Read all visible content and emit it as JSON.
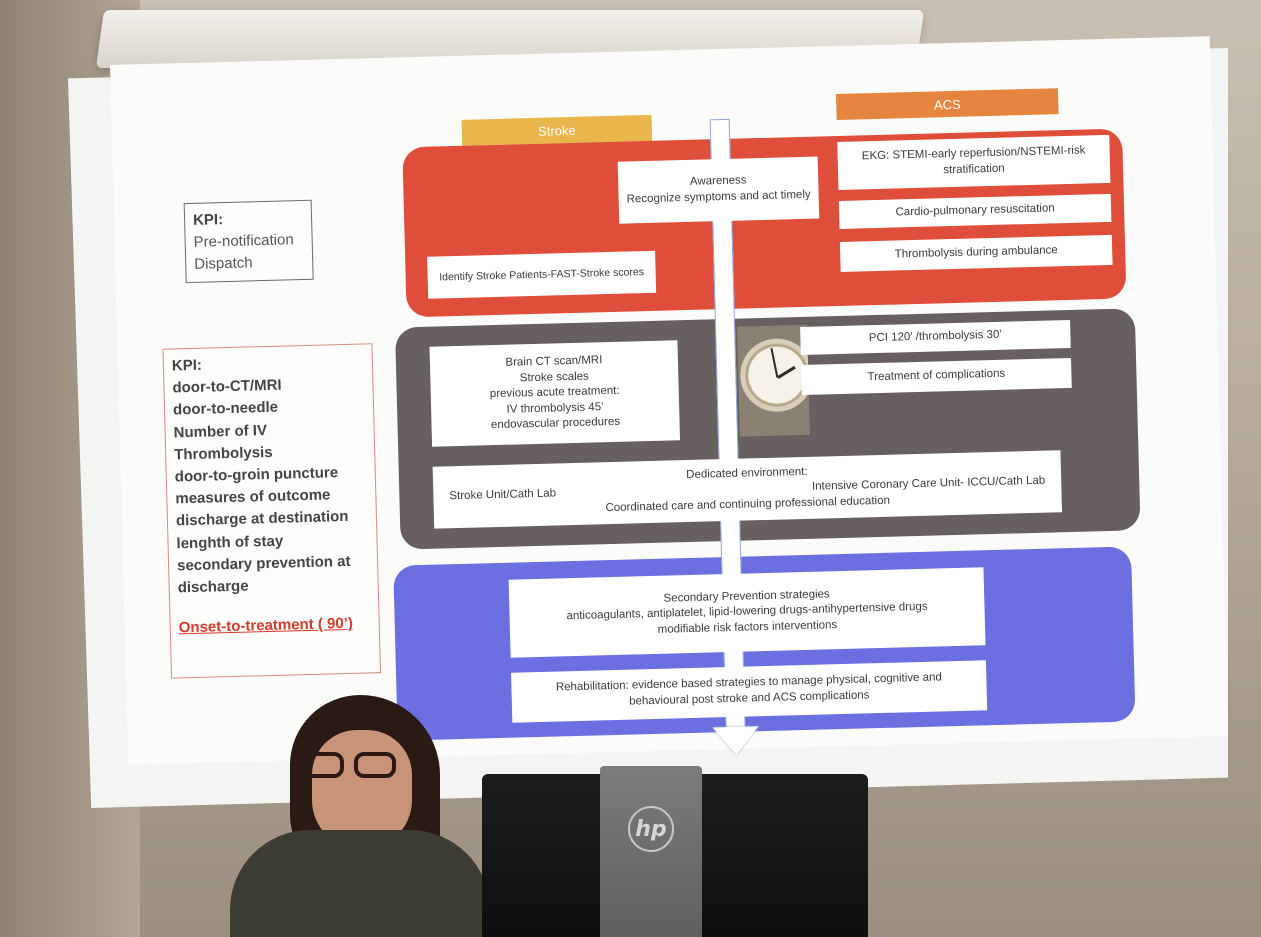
{
  "slide": {
    "header_stroke": "Stroke",
    "header_acs": "ACS",
    "kpi_box1": {
      "heading": "KPI:",
      "lines": [
        "Pre-notification",
        "Dispatch"
      ]
    },
    "kpi_box2": {
      "heading": "KPI:",
      "lines": [
        "door-to-CT/MRI",
        "door-to-needle",
        "Number of IV Thrombolysis",
        "door-to-groin puncture",
        "measures of outcome",
        "discharge at destination",
        "lenghth of stay",
        "secondary prevention at",
        "discharge"
      ],
      "onset": "Onset-to-treatment ( 90’)"
    },
    "red_band": {
      "awareness": [
        "Awareness",
        "Recognize symptoms and act timely"
      ],
      "identify": "Identify Stroke Patients-FAST-Stroke scores",
      "ekg": [
        "EKG: STEMI-early reperfusion/NSTEMI-risk",
        "stratification"
      ],
      "cpr": "Cardio-pulmonary resuscitation",
      "thrombolysis_amb": "Thrombolysis during ambulance"
    },
    "gray_band": {
      "brain_ct": [
        "Brain CT scan/MRI",
        "Stroke scales",
        "previous acute treatment:",
        "IV thrombolysis 45’",
        "endovascular procedures"
      ],
      "pci": "PCI 120’ /thrombolysis 30’",
      "complications": "Treatment of complications",
      "dedicated": "Dedicated environment:",
      "stroke_unit": "Stroke Unit/Cath Lab",
      "iccu": "Intensive Coronary Care Unit- ICCU/Cath Lab",
      "coordinated": "Coordinated care and continuing professional education"
    },
    "blue_band": {
      "secondary": [
        "Secondary Prevention strategies",
        "anticoagulants, antiplatelet, lipid-lowering drugs-antihypertensive drugs",
        "modifiable risk factors interventions"
      ],
      "rehab": [
        "Rehabilitation: evidence based strategies to manage physical, cognitive and",
        "behavioural post stroke and ACS complications"
      ]
    }
  },
  "monitor": {
    "brand": "hp"
  },
  "colors": {
    "stroke_header": "#e8b64a",
    "acs_header": "#e6853f",
    "red_band": "#df4e3b",
    "gray_band": "#686060",
    "blue_band": "#6b6fdf",
    "onset_text": "#d63a2c"
  }
}
